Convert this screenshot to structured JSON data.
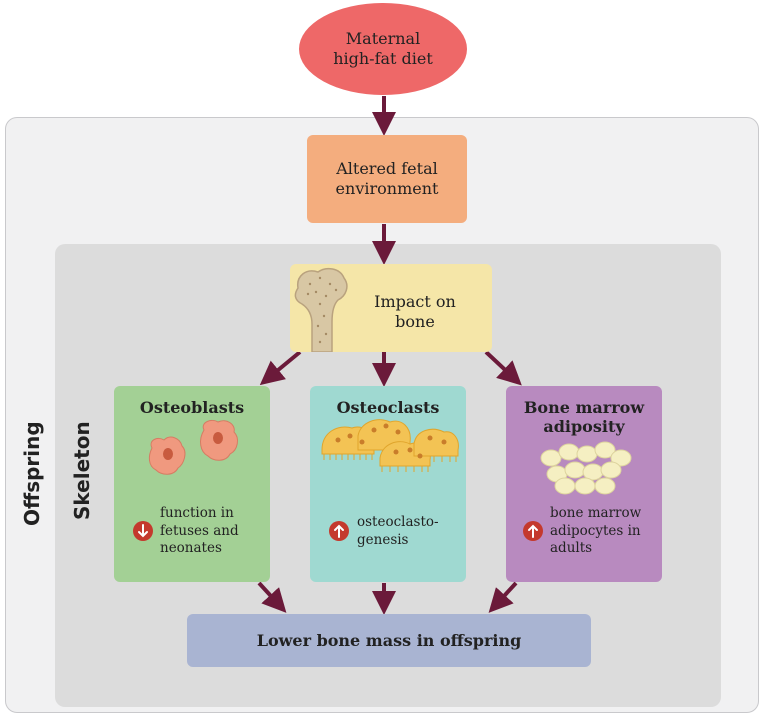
{
  "nodes": {
    "maternal": "Maternal\nhigh-fat diet",
    "altered": "Altered fetal\nenvironment",
    "impact": "Impact on\nbone",
    "lower": "Lower bone mass in offspring"
  },
  "regions": {
    "offspring": "Offspring",
    "skeleton": "Skeleton"
  },
  "cards": [
    {
      "title": "Osteoblasts",
      "direction": "down",
      "text": "function in\nfetuses and\nneonates",
      "color": "#a3d095"
    },
    {
      "title": "Osteoclasts",
      "direction": "up",
      "text": "osteoclasto-\ngenesis",
      "color": "#9fd9d1"
    },
    {
      "title": "Bone marrow\nadiposity",
      "direction": "up",
      "text": "bone marrow\nadipocytes in\nadults",
      "color": "#b88abf"
    }
  ],
  "colors": {
    "arrow": "#6b1a3a",
    "badge": "#c4392d",
    "maternal": "#ee6868",
    "altered": "#f4ad7e",
    "impact": "#f5e6a8",
    "lower": "#a9b4d2"
  },
  "icons": {
    "down": "arrow-down-icon",
    "up": "arrow-up-icon",
    "bone": "femur-bone-icon",
    "osteoblast": "osteoblast-cell-icon",
    "osteoclast": "osteoclast-cell-icon",
    "adipocyte": "adipocyte-cluster-icon"
  }
}
